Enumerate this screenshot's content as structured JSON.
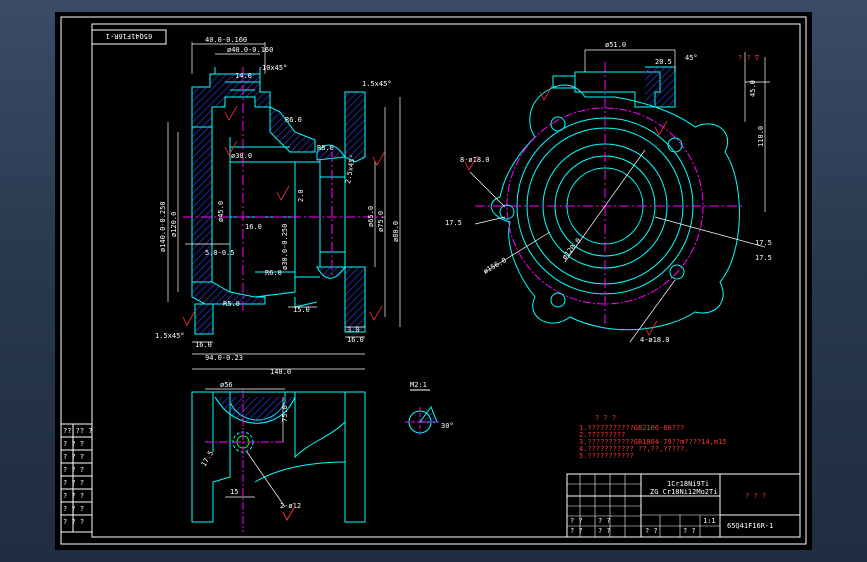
{
  "drawing": {
    "part_number": "65Q41F16R-1",
    "part_number_mirrored": "65Q41F16R-1",
    "title": "? ? ?",
    "material_line1": "1Cr18Ni9Ti",
    "material_line2": "ZG Cr18Ni12Mo2Ti",
    "roughness_general": "? ? ∇",
    "notes_title": "? ? ?",
    "notes": [
      "1.???????????GB2106-80???",
      "2.?????????",
      "3.???????????GB1804-79??m????14,m15",
      "4.??????????? ??,??,?????.",
      "5.???????????"
    ],
    "section_label": "M2:1"
  },
  "dimensions": {
    "d40": "40.0-0.160",
    "d40b": "ø40.0-0.160",
    "d14": "14.0",
    "d10_45": "10x45°",
    "d15_45_top": "1.5x45°",
    "r6": "R6.0",
    "r8": "R8.0",
    "d30": "ø30.0",
    "d30b": "ø30.0-0.250",
    "d140": "ø140.0-0.250",
    "d120": "ø120.0",
    "d5": "5.0-0.5",
    "d45": "ø45.0",
    "d65": "ø65.0",
    "d80": "ø80.0",
    "d75": "ø75.0",
    "d16": "16.0",
    "d15": "15.0",
    "d3": "3.0",
    "d16b": "16.0",
    "d94": "94.0-0.23",
    "d140w": "140.0",
    "d2": "2.0",
    "r6b": "R6.0",
    "r5": "R5.0",
    "d15_45_bot": "1.5x45°",
    "d25_45": "2.5x45°",
    "d51": "ø51.0",
    "d45r": "45.0",
    "d110": "110.0",
    "d8_18": "8-ø18.0",
    "d4_18": "4-ø18.0",
    "d120r": "ø120.0",
    "d156": "ø156.0",
    "d17_5": "17.5",
    "d56": "ø56",
    "d75b": "75.0",
    "d2_12": "2-ø12",
    "d15b": "15",
    "d20b": "20.5",
    "d45b": "45°",
    "d30deg": "30°"
  },
  "title_block": {
    "rows": [
      "?  ?",
      "?  ?",
      "?  ?",
      "?  ?",
      "?  ?",
      "?  ?"
    ],
    "left_rows": [
      "?? ?? ?",
      "? ? ?",
      "? ? ?",
      "? ? ?",
      "? ? ?",
      "? ? ?",
      "? ? ?",
      "? ? ?"
    ],
    "scale_label": "1:1"
  },
  "colors": {
    "frame": "#ffffff",
    "outline": "#00ffff",
    "centerline": "#ff00ff",
    "hatch": "#3333ff",
    "dimension": "#ffffff",
    "note": "#ff3333",
    "highlight": "#ffff00",
    "green": "#00ff00"
  }
}
